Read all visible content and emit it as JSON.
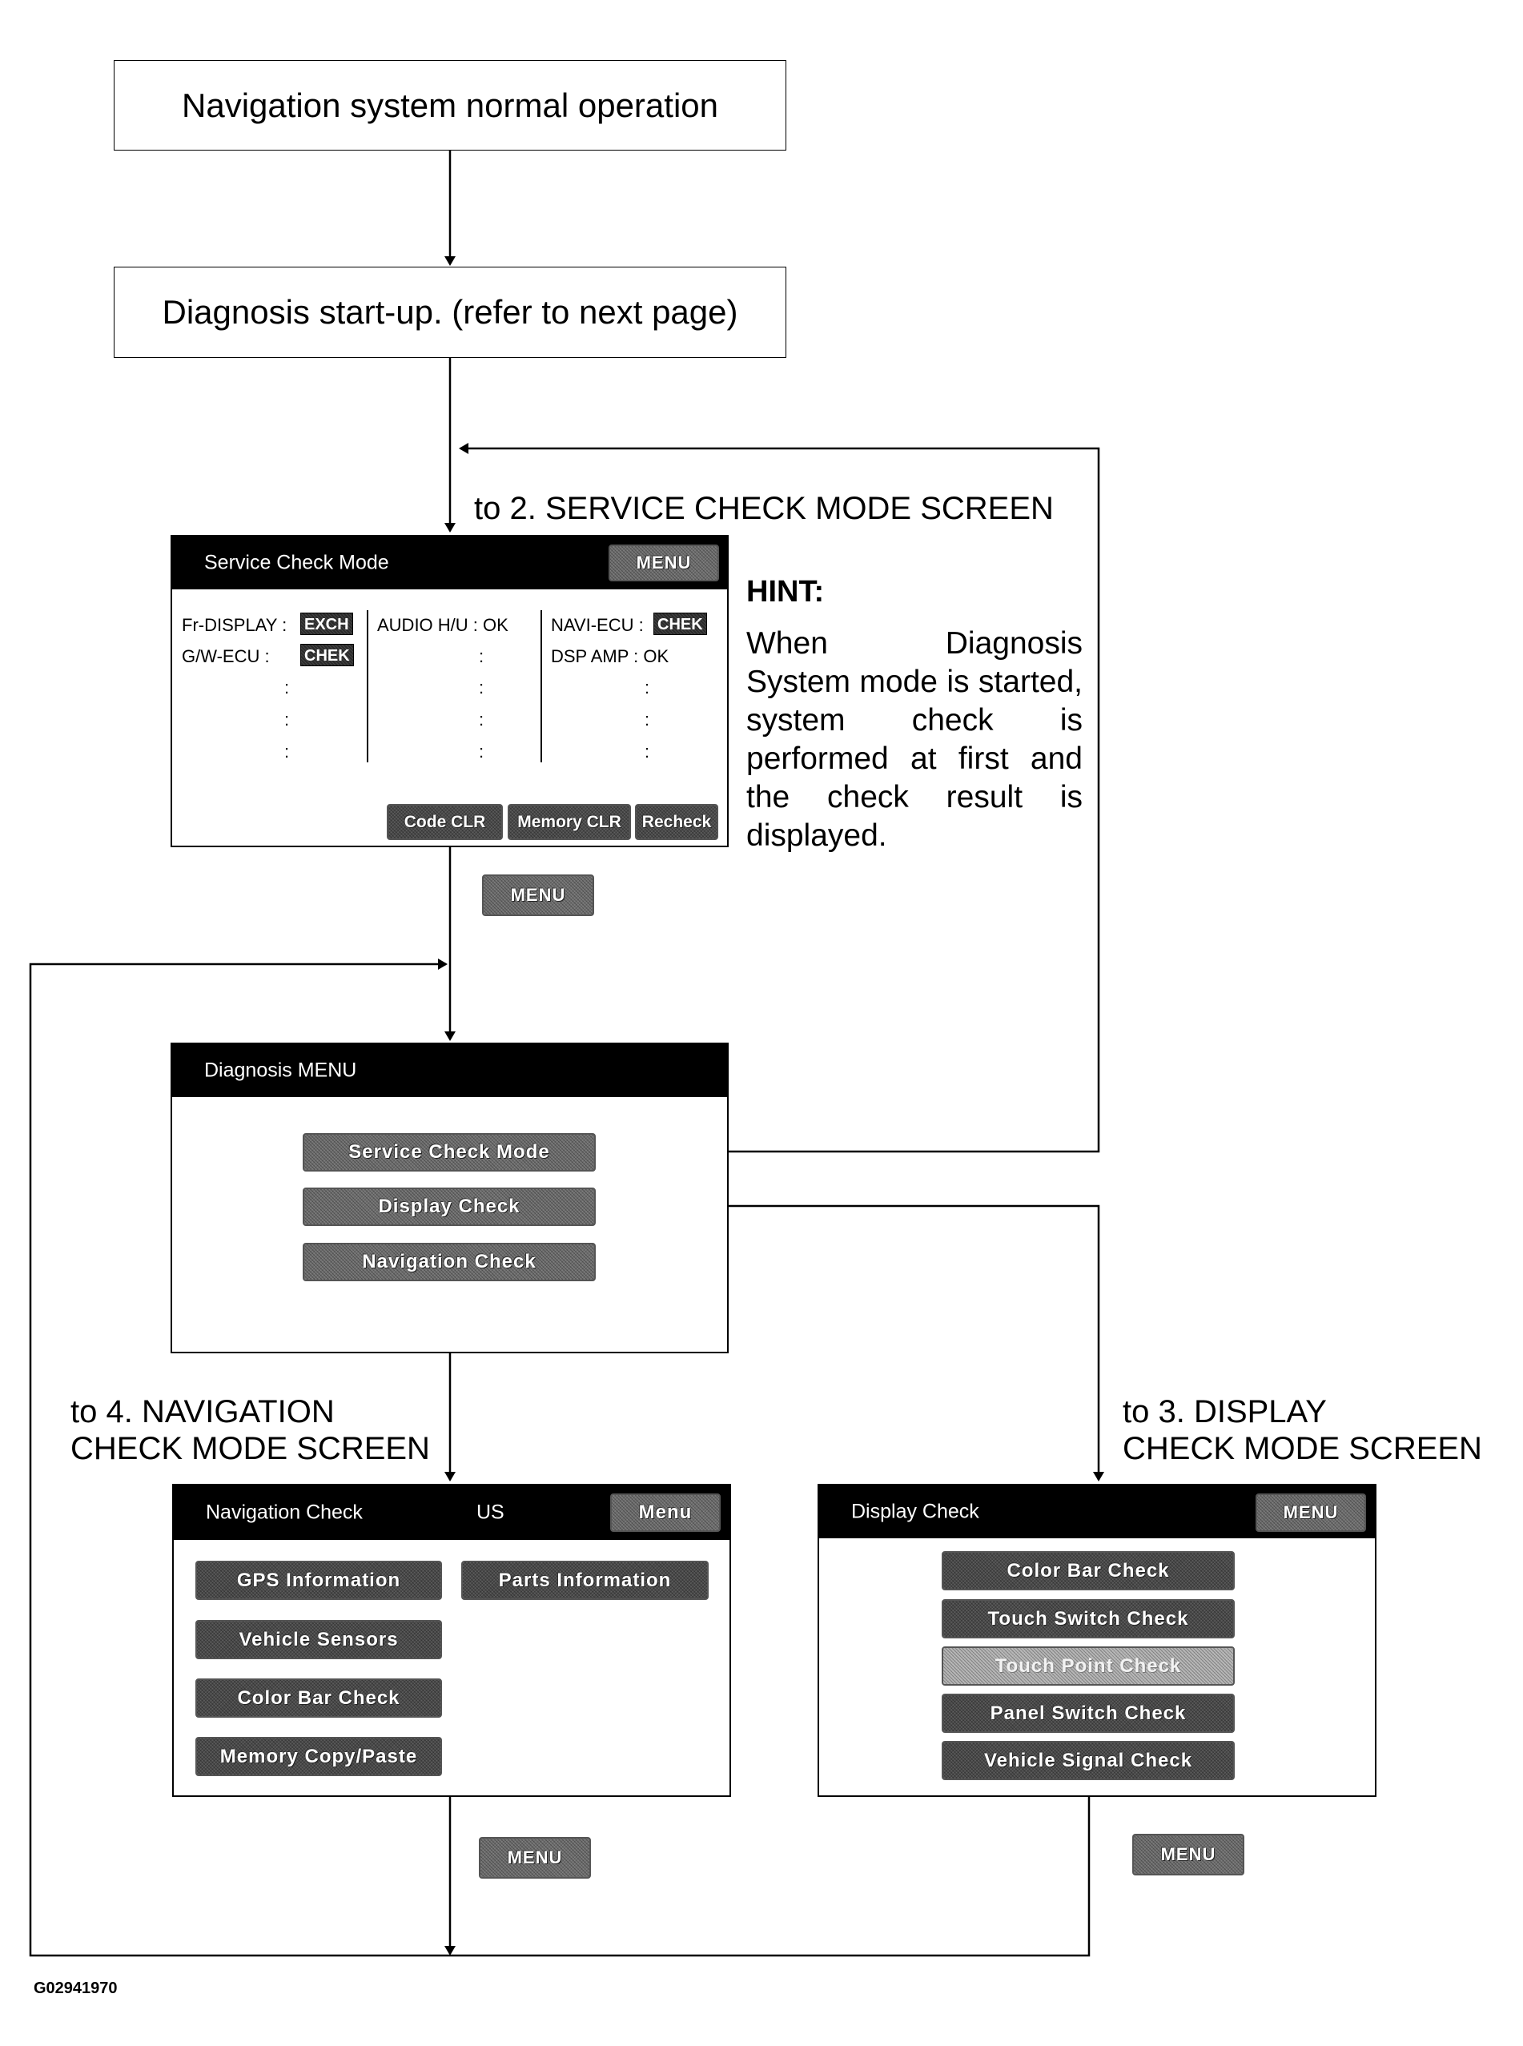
{
  "flow": {
    "normal_operation": "Navigation system normal operation",
    "diagnosis_startup": "Diagnosis start-up. (refer to next page)"
  },
  "labels": {
    "to_service_check": "to 2. SERVICE CHECK MODE SCREEN",
    "to_navigation_line1": "to 4. NAVIGATION",
    "to_navigation_line2": "CHECK MODE SCREEN",
    "to_display_line1": "to 3. DISPLAY",
    "to_display_line2": "CHECK MODE SCREEN"
  },
  "hint": {
    "title": "HINT:",
    "body": "When Diagnosis System mode is started, system check is performed at first and the check result is displayed."
  },
  "service_screen": {
    "title": "Service Check Mode",
    "menu_label": "MENU",
    "col1": [
      {
        "name": "Fr-DISPLAY :",
        "status": "EXCH"
      },
      {
        "name": "G/W-ECU   :",
        "status": "CHEK"
      }
    ],
    "col2": [
      {
        "name": "AUDIO H/U : OK"
      }
    ],
    "col3": [
      {
        "name": "NAVI-ECU  :",
        "status": "CHEK"
      },
      {
        "name": "DSP AMP   : OK"
      }
    ],
    "buttons": [
      "Code CLR",
      "Memory CLR",
      "Recheck"
    ]
  },
  "menu_button_label": "MENU",
  "diagnosis_menu": {
    "title": "Diagnosis MENU",
    "items": [
      "Service Check Mode",
      "Display Check",
      "Navigation Check"
    ]
  },
  "navigation_screen": {
    "title": "Navigation Check",
    "region": "US",
    "menu_label": "Menu",
    "left_buttons": [
      "GPS Information",
      "Vehicle Sensors",
      "Color Bar Check",
      "Memory Copy/Paste"
    ],
    "right_buttons": [
      "Parts Information"
    ]
  },
  "display_screen": {
    "title": "Display Check",
    "menu_label": "MENU",
    "buttons": [
      "Color Bar Check",
      "Touch Switch Check",
      "Touch Point Check",
      "Panel Switch Check",
      "Vehicle Signal Check"
    ]
  },
  "figure_id": "G02941970"
}
